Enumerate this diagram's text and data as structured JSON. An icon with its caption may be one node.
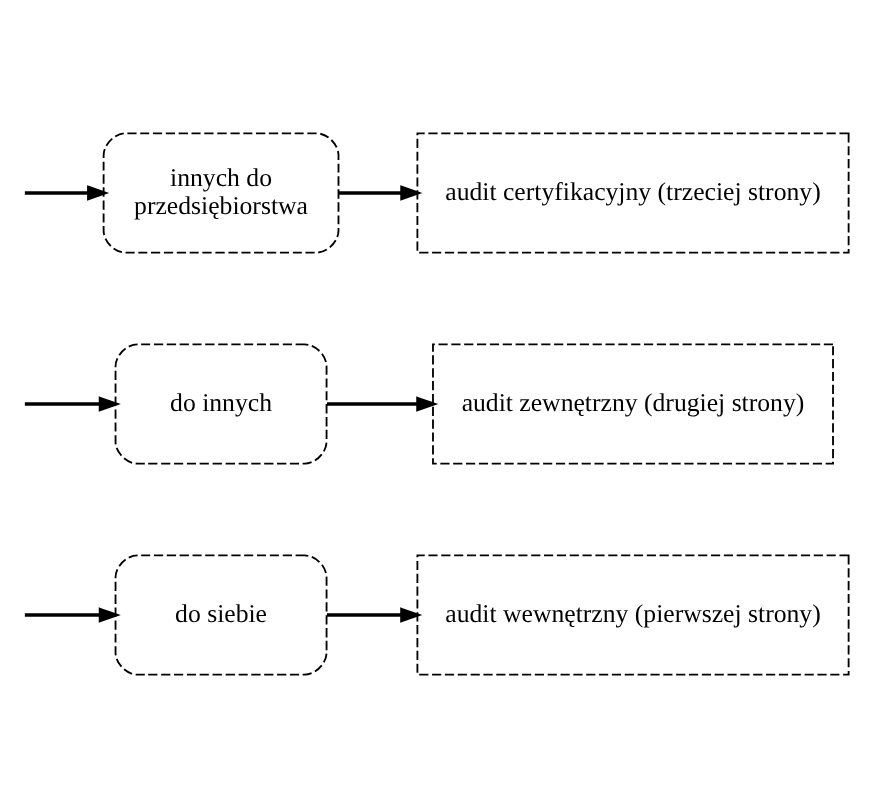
{
  "diagram": {
    "nodes": [
      {
        "text": [
          "do siebie"
        ]
      },
      {
        "text": [
          "audit wewnętrzny (pierwszej strony)"
        ]
      },
      {
        "text": [
          "do innych"
        ]
      },
      {
        "text": [
          "audit zewnętrzny (drugiej strony)"
        ]
      },
      {
        "text": [
          "innych do",
          "przedsiębiorstwa"
        ]
      },
      {
        "text": [
          "audit certyfikacyjny (trzeciej strony)"
        ]
      }
    ],
    "edges": [
      {
        "from": null,
        "to": 0,
        "arrow": "to"
      },
      {
        "from": 0,
        "to": 1,
        "arrow": "to"
      },
      {
        "from": null,
        "to": 2,
        "arrow": "to"
      },
      {
        "from": 2,
        "to": 3,
        "arrow": "to"
      },
      {
        "from": null,
        "to": 4,
        "arrow": "to"
      },
      {
        "from": 4,
        "to": 5,
        "arrow": "to"
      }
    ]
  }
}
